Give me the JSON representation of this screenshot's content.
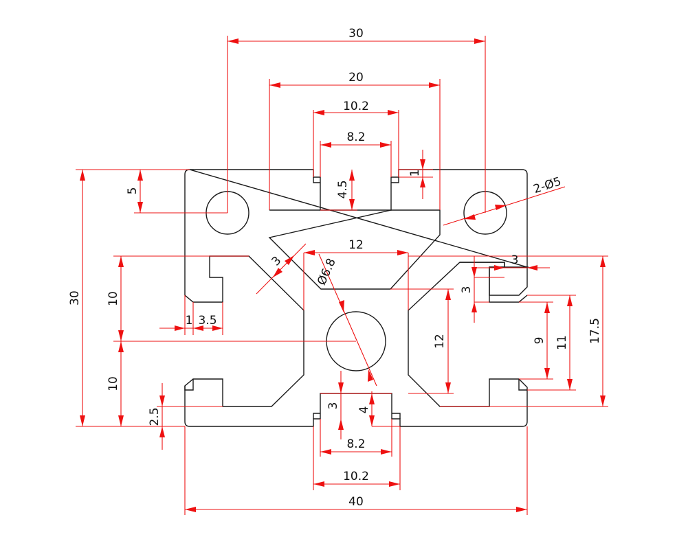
{
  "colors": {
    "outline": "#1a1a1a",
    "dimension": "#ee1111",
    "text": "#111111",
    "background": "#ffffff"
  },
  "dimensions": {
    "top_width_30": "30",
    "width_20": "20",
    "top_slot_10_2": "10.2",
    "top_slot_8_2": "8.2",
    "lip_1": "1",
    "hole_label": "2-Ø5",
    "hole_offset_5": "5",
    "depth_4_5": "4.5",
    "web_12": "12",
    "web_3": "3",
    "bore": "Ø6.8",
    "overall_height_30": "30",
    "upper_10": "10",
    "lower_10": "10",
    "left_lip_1": "1",
    "left_slot_3_5": "3.5",
    "left_2_5": "2.5",
    "right_3_h": "3",
    "right_3_v": "3",
    "right_17_5": "17.5",
    "right_11": "11",
    "right_9": "9",
    "center_12": "12",
    "bottom_3": "3",
    "bottom_4": "4",
    "bottom_slot_8_2": "8.2",
    "bottom_slot_10_2": "10.2",
    "overall_width_40": "40"
  }
}
